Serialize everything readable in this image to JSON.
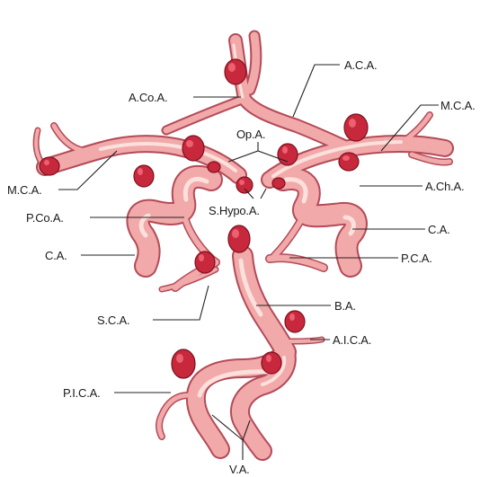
{
  "diagram": {
    "labels": {
      "aca": "A.C.A.",
      "acoa": "A.Co.A.",
      "mca_right": "M.C.A.",
      "opa": "Op.A.",
      "mca_left": "M.C.A.",
      "acha": "A.Ch.A.",
      "pcoa": "P.Co.A.",
      "shypoa": "S.Hypo.A.",
      "ca_right": "C.A.",
      "ca_left": "C.A.",
      "pca": "P.C.A.",
      "ba": "B.A.",
      "sca": "S.C.A.",
      "aica": "A.I.C.A.",
      "pica": "P.I.C.A.",
      "va": "V.A."
    },
    "colors": {
      "vessel": "#f1a9a9",
      "vessel_edge": "#b44a58",
      "aneurysm": "#c8283c"
    }
  }
}
